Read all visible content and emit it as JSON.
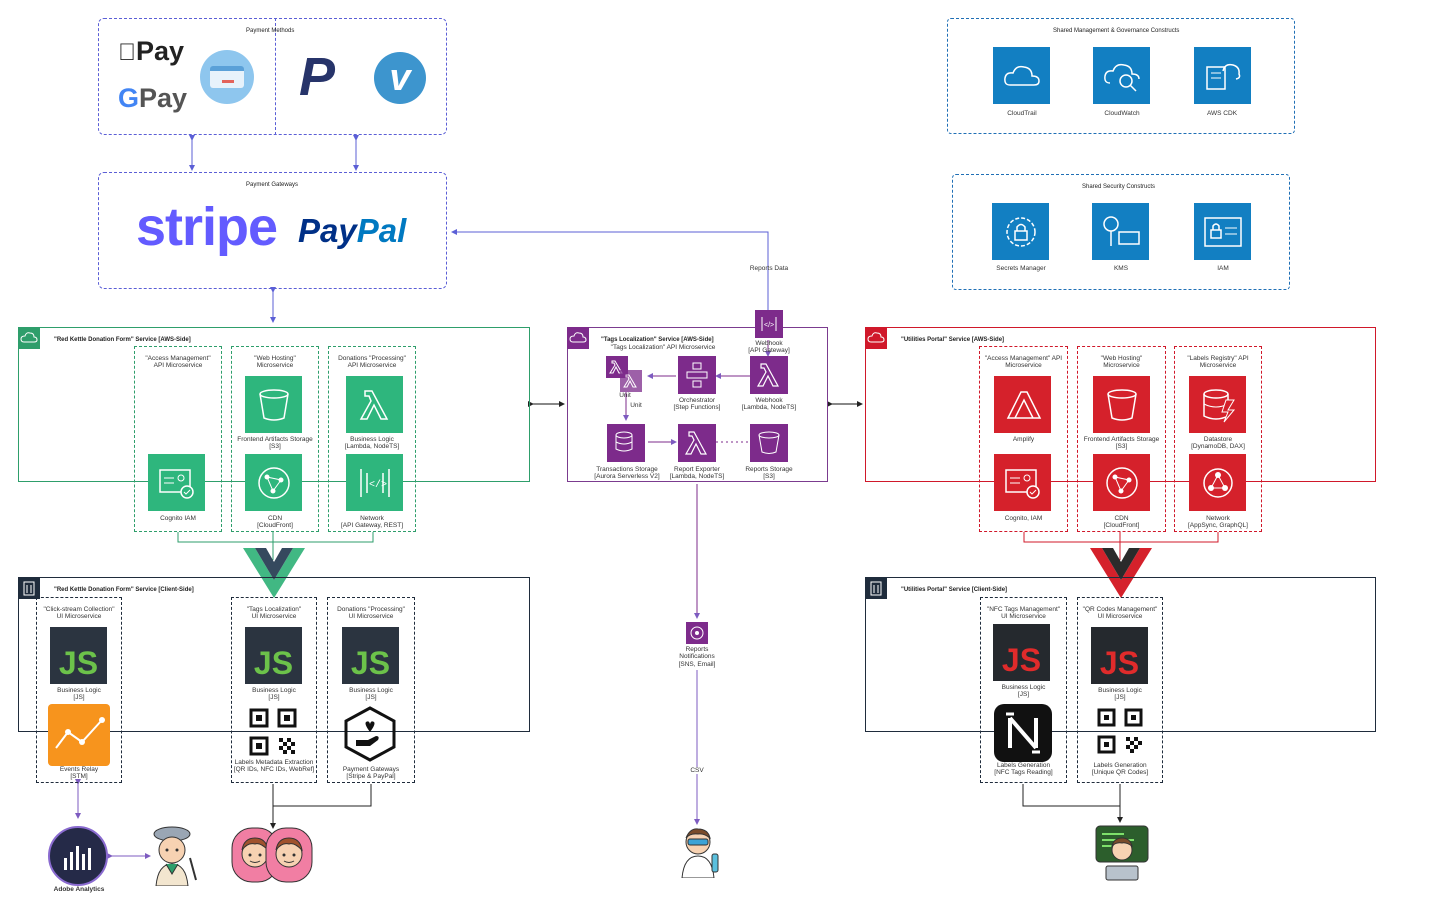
{
  "payment_methods": {
    "title": "Payment Methods",
    "apple": "Pay",
    "google": "Pay"
  },
  "payment_gateways": {
    "title": "Payment Gateways",
    "stripe": "stripe",
    "paypal_1": "Pay",
    "paypal_2": "Pal"
  },
  "shared_mgmt": {
    "title": "Shared Management & Governance Constructs",
    "items": [
      "CloudTrail",
      "CloudWatch",
      "AWS CDK"
    ]
  },
  "shared_sec": {
    "title": "Shared Security Constructs",
    "items": [
      "Secrets Manager",
      "KMS",
      "IAM"
    ]
  },
  "rk_aws": {
    "title": "\"Red Kettle Donation Form\" Service [AWS-Side]",
    "ms1": "\"Access Management\"\nAPI Microservice",
    "ms2": "\"Web Hosting\"\nMicroservice",
    "ms3": "Donations \"Processing\"\nAPI Microservice",
    "s3": "Frontend Artifacts Storage\n[S3]",
    "lambda": "Business Logic\n[Lambda, NodeTS]",
    "cognito": "Cognito IAM",
    "cdn": "CDN\n[CloudFront]",
    "network": "Network\n[API Gateway, REST]"
  },
  "tags_aws": {
    "title": "\"Tags Localization\" Service [AWS-Side]",
    "ms": "\"Tags Localization\" API Microservice",
    "webhook_api": "Webhook\n[API Gateway]",
    "reports_data": "Reports Data",
    "unit1": "Unit",
    "unit2": "Unit",
    "orchestrator": "Orchestrator\n[Step Functions]",
    "webhook": "Webhook\n[Lambda, NodeTS]",
    "transactions": "Transactions Storage\n[Aurora Serverless V2]",
    "exporter": "Report Exporter\n[Lambda, NodeTS]",
    "reports_storage": "Reports Storage\n[S3]",
    "notifications": "Reports\nNotifications\n[SNS, Email]",
    "csv": "CSV"
  },
  "up_aws": {
    "title": "\"Utilities Portal\" Service [AWS-Side]",
    "ms1": "\"Access Management\" API\nMicroservice",
    "ms2": "\"Web Hosting\"\nMicroservice",
    "ms3": "\"Labels Registry\" API\nMicroservice",
    "amplify": "Amplify",
    "s3": "Frontend Artifacts Storage\n[S3]",
    "datastore": "Datastore\n[DynamoDB, DAX]",
    "cognito": "Cognito, IAM",
    "cdn": "CDN\n[CloudFront]",
    "network": "Network\n[AppSync, GraphQL]"
  },
  "rk_client": {
    "title": "\"Red Kettle Donation Form\" Service [Client-Side]",
    "ms1": "\"Click-stream Collection\"\nUI Microservice",
    "ms2": "\"Tags Localization\"\nUI Microservice",
    "ms3": "Donations \"Processing\"\nUI Microservice",
    "bl": "Business Logic\n[JS]",
    "events": "Events Relay\n[STM]",
    "labels": "Labels Metadata Extraction\n[QR IDs, NFC IDs, WebRef]",
    "gateways": "Payment Gateways\n[Stripe & PayPal]",
    "js": "JS"
  },
  "up_client": {
    "title": "\"Utilities Portal\" Service [Client-Side]",
    "ms1": "\"NFC Tags Management\"\nUI Microservice",
    "ms2": "\"QR Codes Management\"\nUI Microservice",
    "bl": "Business Logic\n[JS]",
    "nfc": "Labels Generation\n[NFC Tags Reading]",
    "qr": "Labels Generation\n[Unique QR Codes]",
    "js": "JS"
  },
  "adobe": "Adobe Analytics",
  "colors": {
    "green": "#2eb67d",
    "red": "#d5212b",
    "purple": "#7d2b8b",
    "aws_blue": "#127fc2",
    "navy": "#1f2c3c",
    "stripe": "#635bff",
    "paypal_dark": "#003087",
    "paypal_light": "#0079c1"
  }
}
